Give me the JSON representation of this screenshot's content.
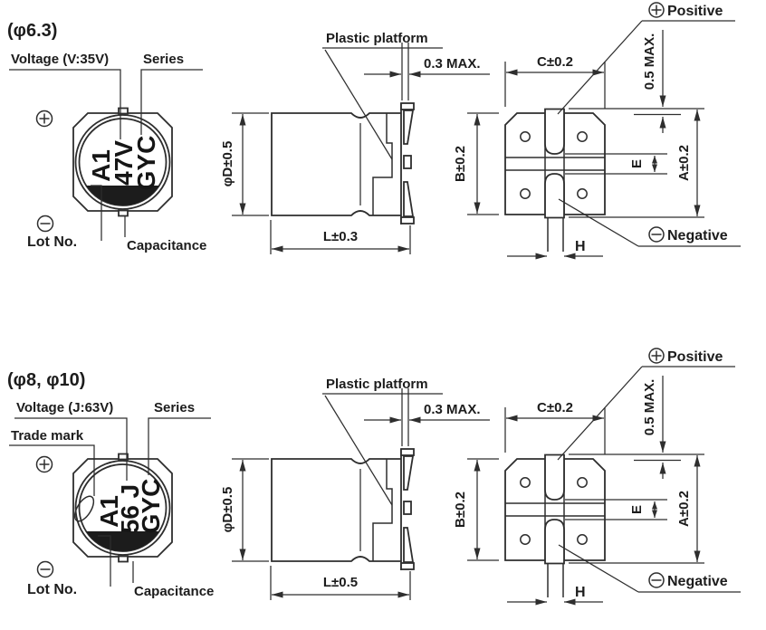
{
  "colors": {
    "ink": "#1c1c1c",
    "line": "#2e2e2e",
    "background": "#ffffff"
  },
  "sections": [
    {
      "header": "(φ6.3)",
      "top_view": {
        "voltage_label": "Voltage (V:35V)",
        "series_label": "Series",
        "lot_no_label": "Lot No.",
        "capacitance_label": "Capacitance",
        "marking": [
          "A1",
          "47V",
          "GYC"
        ]
      },
      "side_view": {
        "platform_label": "Plastic platform",
        "platform_gap_dim": "0.3 MAX.",
        "diameter_dim": "φD±0.5",
        "length_dim": "L±0.3"
      },
      "bottom_view": {
        "seat_height_dim": "B±0.2",
        "width_dim": "C±0.2",
        "terminal_protrusion_dim": "0.5 MAX.",
        "overall_height_dim": "A±0.2",
        "terminal_gap_dim": "E",
        "lead_width_dim": "H",
        "positive_label": "Positive",
        "negative_label": "Negative"
      }
    },
    {
      "header": "(φ8, φ10)",
      "top_view": {
        "voltage_label": "Voltage (J:63V)",
        "series_label": "Series",
        "trade_mark_label": "Trade mark",
        "lot_no_label": "Lot No.",
        "capacitance_label": "Capacitance",
        "marking": [
          "A1",
          "56 J",
          "GYC"
        ]
      },
      "side_view": {
        "platform_label": "Plastic platform",
        "platform_gap_dim": "0.3 MAX.",
        "diameter_dim": "φD±0.5",
        "length_dim": "L±0.5"
      },
      "bottom_view": {
        "seat_height_dim": "B±0.2",
        "width_dim": "C±0.2",
        "terminal_protrusion_dim": "0.5 MAX.",
        "overall_height_dim": "A±0.2",
        "terminal_gap_dim": "E",
        "lead_width_dim": "H",
        "positive_label": "Positive",
        "negative_label": "Negative"
      }
    }
  ]
}
